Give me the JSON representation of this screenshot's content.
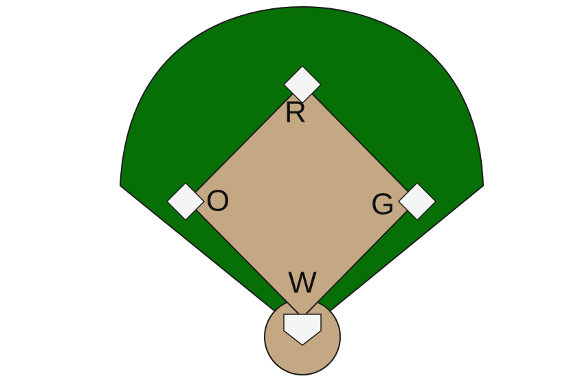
{
  "colors": {
    "outfield": "#066F06",
    "infield": "#C4A883",
    "base": "#F5F5F5",
    "outline": "#1E1E1E",
    "label": "#111111"
  },
  "labels": {
    "second_base": "R",
    "first_base": "G",
    "third_base": "O",
    "home_plate": "W"
  }
}
